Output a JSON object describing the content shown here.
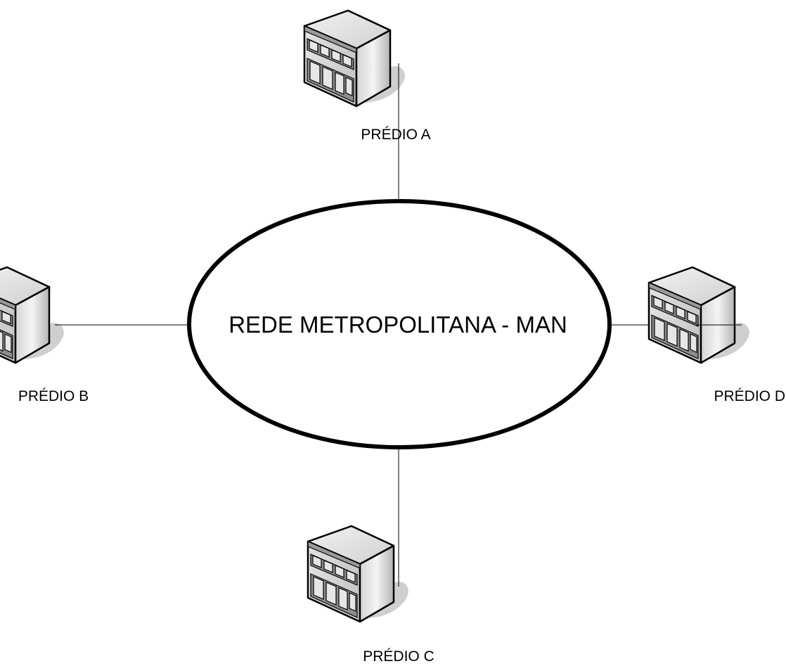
{
  "network": {
    "label": "REDE METROPOLITANA - MAN",
    "outline_color": "#000000"
  },
  "buildings": [
    {
      "id": "a",
      "label": "PRÉDIO A",
      "icon": "building-icon"
    },
    {
      "id": "b",
      "label": "PRÉDIO B",
      "icon": "building-icon"
    },
    {
      "id": "c",
      "label": "PRÉDIO C",
      "icon": "building-icon"
    },
    {
      "id": "d",
      "label": "PRÉDIO D",
      "icon": "building-icon"
    }
  ]
}
